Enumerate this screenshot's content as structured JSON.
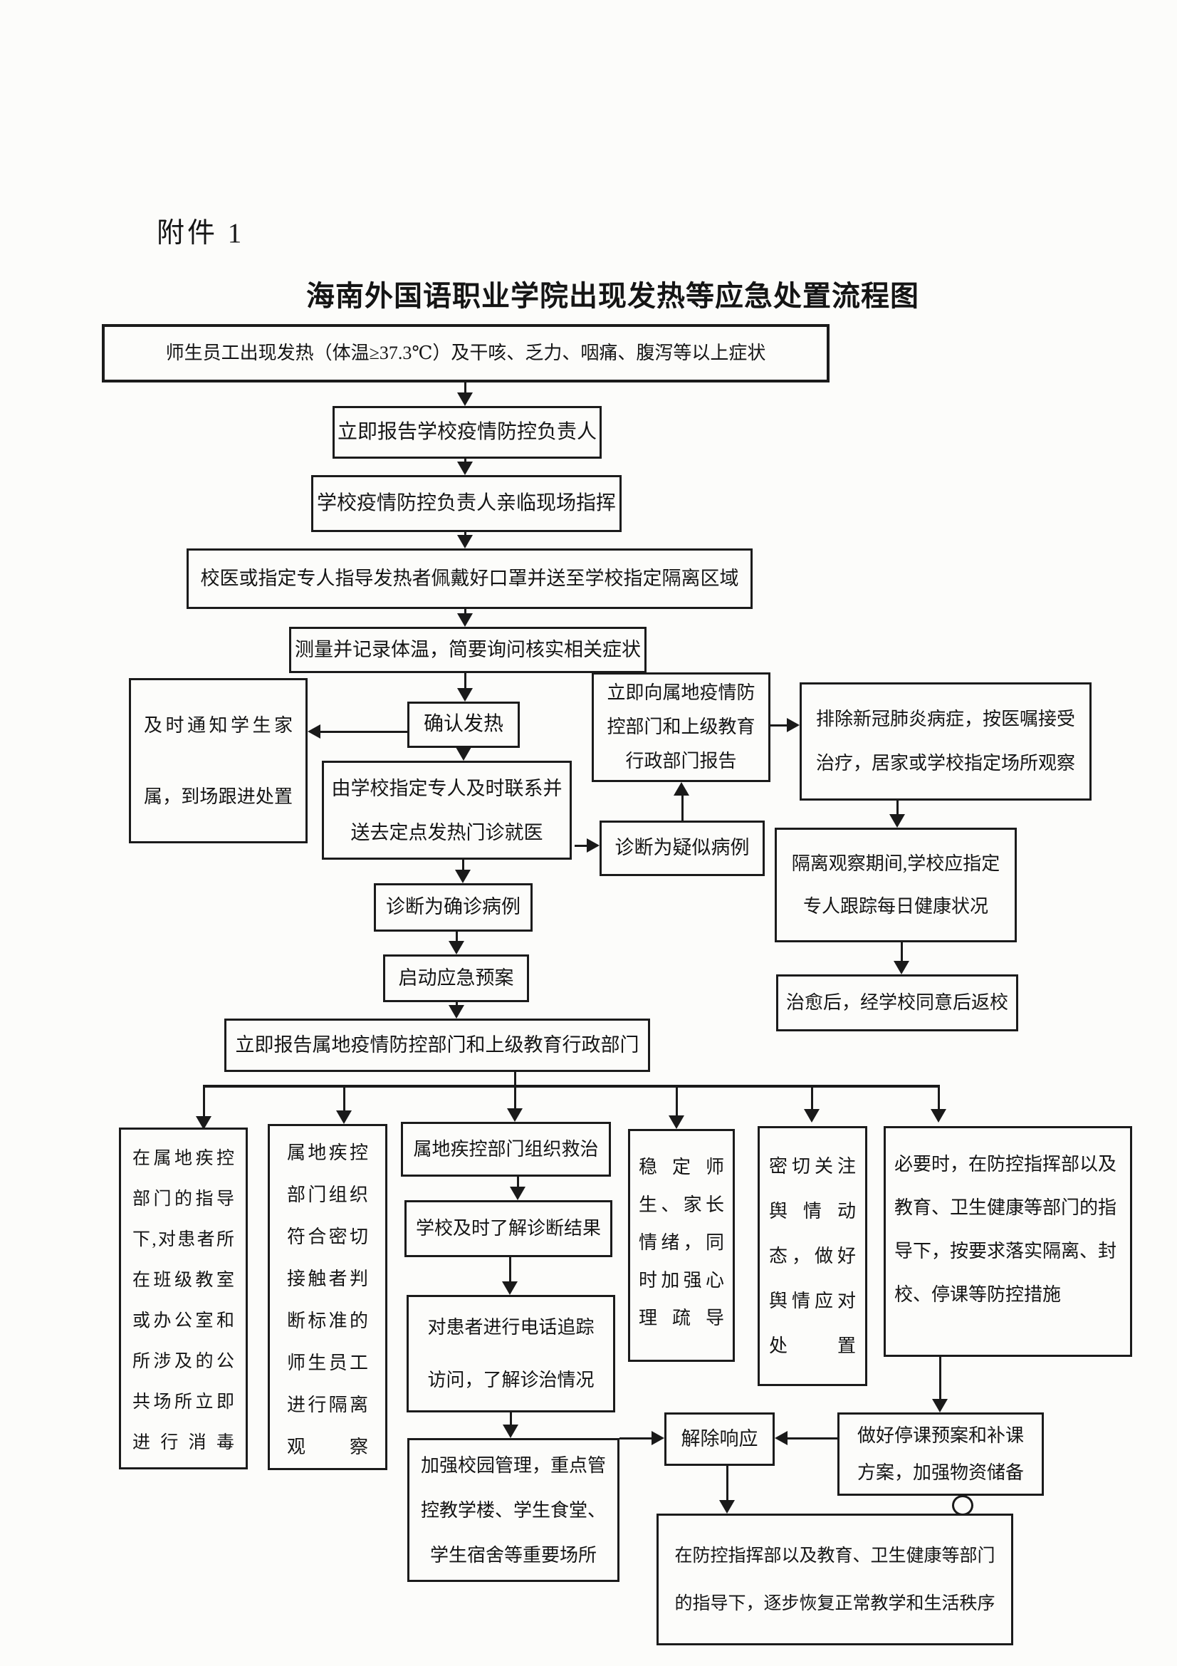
{
  "page": {
    "attachment_label": "附件 1",
    "title": "海南外国语职业学院出现发热等应急处置流程图"
  },
  "nodes": {
    "start": {
      "text": "师生员工出现发热（体温≥37.3℃）及干咳、乏力、咽痛、腹泻等以上症状"
    },
    "report_leader": {
      "text": "立即报告学校疫情防控负责人"
    },
    "site_command": {
      "text": "学校疫情防控负责人亲临现场指挥"
    },
    "escort_isolation": {
      "text": "校医或指定专人指导发热者佩戴好口罩并送至学校指定隔离区域"
    },
    "measure_temp": {
      "text": "测量并记录体温，简要询问核实相关症状"
    },
    "confirm_fever": {
      "text": "确认发热"
    },
    "notify_parents": {
      "text": "及时通知学生家\n属，到场跟进处置"
    },
    "send_clinic": {
      "text": "由学校指定专人及时联系并\n送去定点发热门诊就医"
    },
    "report_authorities": {
      "text": "立即向属地疫情防\n控部门和上级教育\n行政部门报告"
    },
    "suspected_case": {
      "text": "诊断为疑似病例"
    },
    "excluded_case": {
      "text": "排除新冠肺炎病症，按医嘱接受\n治疗，居家或学校指定场所观察"
    },
    "quarantine_follow": {
      "text": "隔离观察期间,学校应指定\n专人跟踪每日健康状况"
    },
    "return_school": {
      "text": "治愈后，经学校同意后返校"
    },
    "confirmed_case": {
      "text": "诊断为确诊病例"
    },
    "launch_plan": {
      "text": "启动应急预案"
    },
    "report_all": {
      "text": "立即报告属地疫情防控部门和上级教育行政部门"
    },
    "disinfect": {
      "text": "在属地疾控\n部门的指导\n下,对患者所\n在班级教室\n或办公室和\n所涉及的公\n共场所立即\n进行消毒"
    },
    "isolate_contacts": {
      "text": "属地疾控\n部门组织\n符合密切\n接触者判\n断标准的\n师生员工\n进行隔离\n观察"
    },
    "cdc_treatment": {
      "text": "属地疾控部门组织救治"
    },
    "learn_result": {
      "text": "学校及时了解诊断结果"
    },
    "phone_follow": {
      "text": "对患者进行电话追踪\n访问，了解诊治情况"
    },
    "campus_control": {
      "text": "加强校园管理，重点管\n控教学楼、学生食堂、\n学生宿舍等重要场所"
    },
    "stabilize_emotion": {
      "text": "稳定师\n生、家长\n情绪，同\n时加强心\n理疏导"
    },
    "public_opinion": {
      "text": "密切关注\n舆情动\n态，做好\n舆情应对\n处置"
    },
    "lockdown_measures": {
      "text": "必要时，在防控指挥部以及\n教育、卫生健康等部门的指\n导下，按要求落实隔离、封\n校、停课等防控措施"
    },
    "suspension_plan": {
      "text": "做好停课预案和补课\n方案，加强物资储备"
    },
    "release_response": {
      "text": "解除响应"
    },
    "resume_order": {
      "text": "在防控指挥部以及教育、卫生健康等部门\n的指导下，逐步恢复正常教学和生活秩序"
    }
  }
}
